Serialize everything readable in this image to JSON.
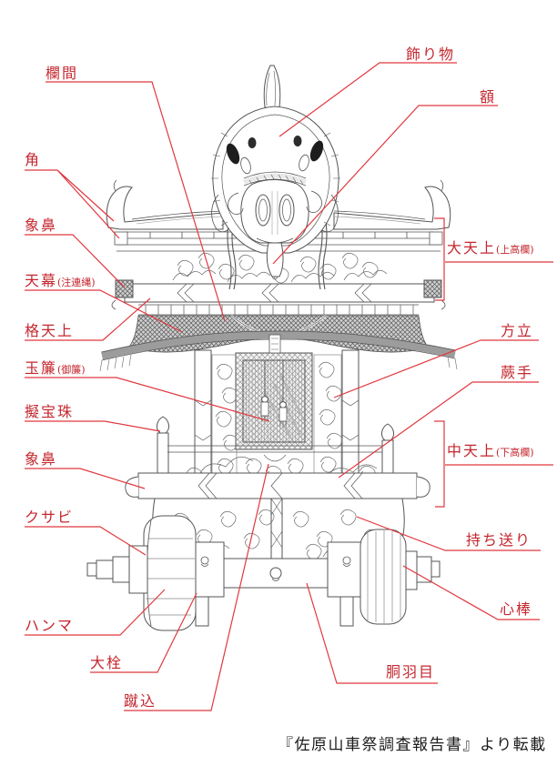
{
  "page": {
    "credit": "『佐原山車祭調査報告書』より転載"
  },
  "colors": {
    "annotation_text_red": "#c4272e",
    "annotation_line_red": "#e0383f",
    "drawing_ink": "#555555"
  },
  "illustration": {
    "subject": "festival-float-front-elevation",
    "decoration": "carp-head-ornament"
  },
  "labels": {
    "ranma": {
      "text": "欄間"
    },
    "kazarimono": {
      "text": "飾り物"
    },
    "gaku": {
      "text": "額"
    },
    "tsuno": {
      "text": "角"
    },
    "zobana_upper": {
      "text": "象鼻"
    },
    "tenmaku": {
      "text": "天幕",
      "sub": "(注連縄)"
    },
    "gotenjo": {
      "text": "格天上"
    },
    "tamasudare": {
      "text": "玉簾",
      "sub": "(御簾)"
    },
    "giboshi": {
      "text": "擬宝珠"
    },
    "zobana_lower": {
      "text": "象鼻"
    },
    "kusabi": {
      "text": "クサビ"
    },
    "hanma": {
      "text": "ハンマ"
    },
    "osen": {
      "text": "大栓"
    },
    "kekomi": {
      "text": "蹴込"
    },
    "daitenjo": {
      "text": "大天上",
      "sub": "(上高欄)"
    },
    "hodate": {
      "text": "方立"
    },
    "warabite": {
      "text": "蕨手"
    },
    "chutenjo": {
      "text": "中天上",
      "sub": "(下高欄)"
    },
    "mochiokuri": {
      "text": "持ち送り"
    },
    "shinbo": {
      "text": "心棒"
    },
    "dohame": {
      "text": "胴羽目"
    }
  }
}
